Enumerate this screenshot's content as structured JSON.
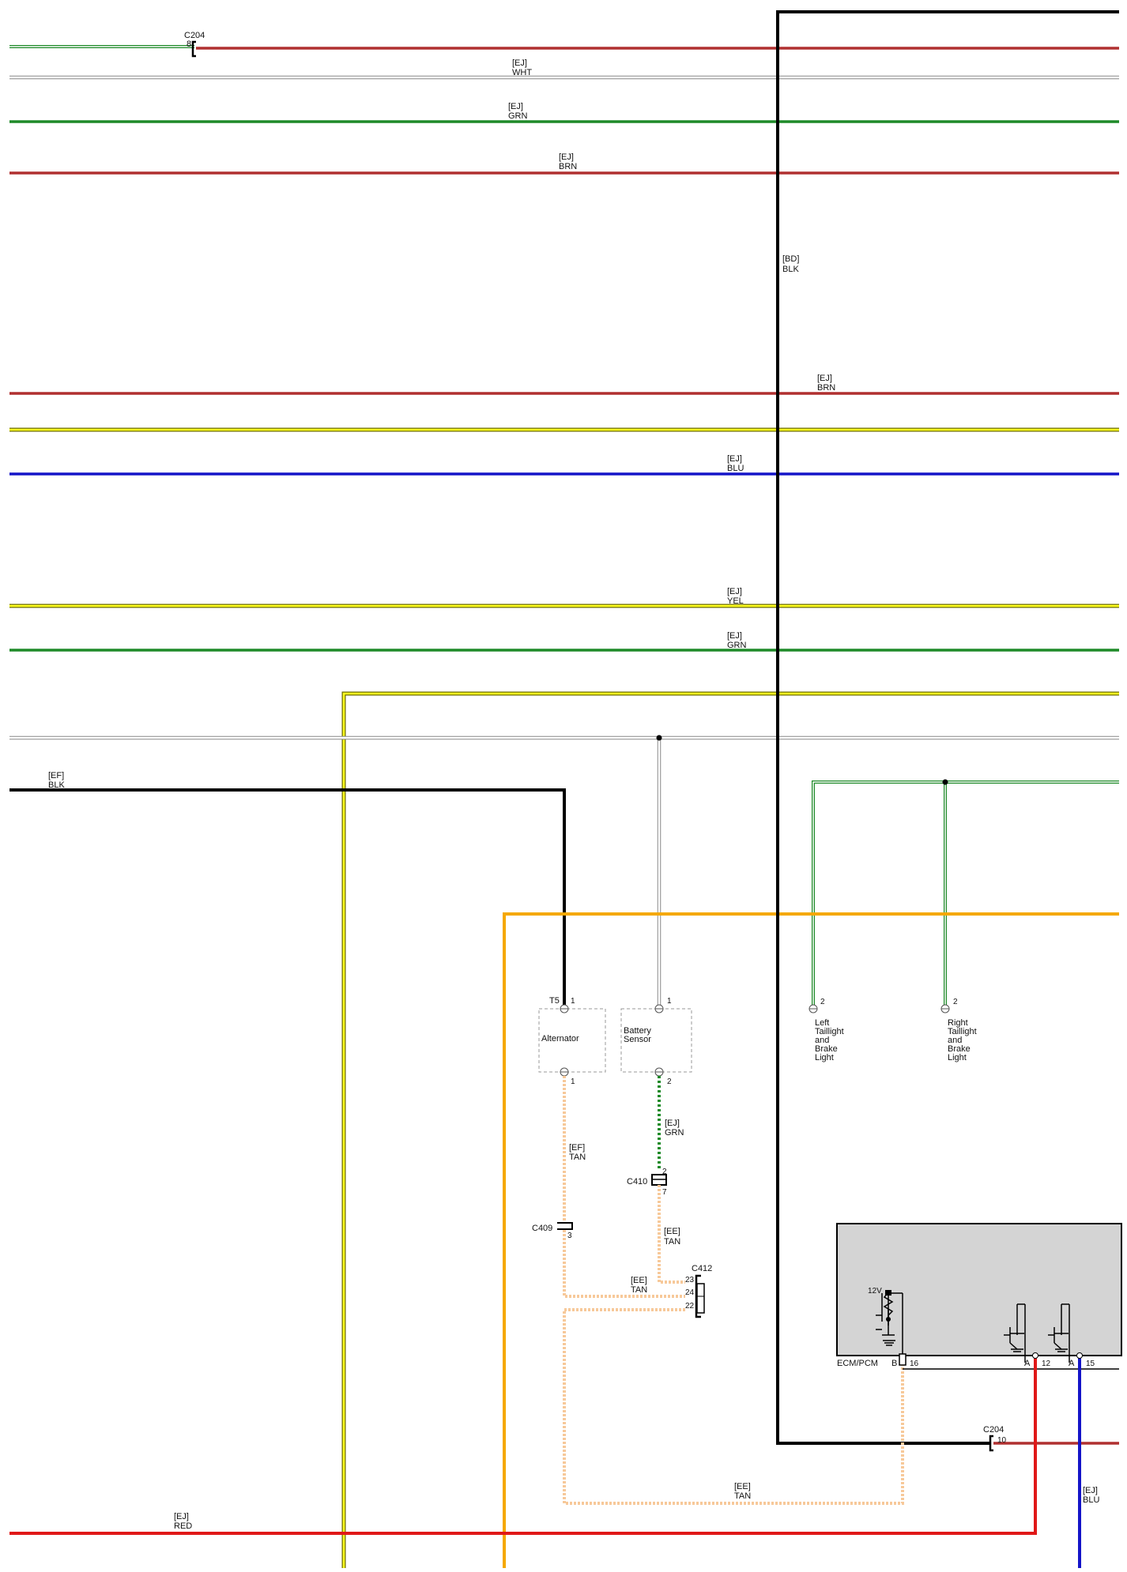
{
  "wires": {
    "top_c204": {
      "connector": "C204",
      "pin": "8"
    },
    "wht_top": {
      "circuit": "[EJ]",
      "color": "WHT"
    },
    "grn_1": {
      "circuit": "[EJ]",
      "color": "GRN"
    },
    "brn_1": {
      "circuit": "[EJ]",
      "color": "BRN"
    },
    "blk_vertical": {
      "circuit": "[BD]",
      "color": "BLK"
    },
    "brn_2": {
      "circuit": "[EJ]",
      "color": "BRN"
    },
    "blu_1": {
      "circuit": "[EJ]",
      "color": "BLU"
    },
    "yel_1": {
      "circuit": "[EJ]",
      "color": "YEL"
    },
    "grn_2": {
      "circuit": "[EJ]",
      "color": "GRN"
    },
    "blk_alt": {
      "circuit": "[EF]",
      "color": "BLK"
    },
    "grn_sensor": {
      "circuit": "[EJ]",
      "color": "GRN"
    },
    "tan_alt": {
      "circuit": "[EF]",
      "color": "TAN"
    },
    "tan_c410": {
      "circuit": "[EE]",
      "color": "TAN"
    },
    "tan_c412": {
      "circuit": "[EE]",
      "color": "TAN"
    },
    "tan_ecm": {
      "circuit": "[EE]",
      "color": "TAN"
    },
    "red_bottom": {
      "circuit": "[EJ]",
      "color": "RED"
    },
    "blu_bottom": {
      "circuit": "[EJ]",
      "color": "BLU"
    }
  },
  "components": {
    "alternator": {
      "label": "Alternator",
      "pin_top_prefix": "T5",
      "pin_top": "1",
      "pin_bottom": "1"
    },
    "battery_sensor": {
      "line1": "Battery",
      "line2": "Sensor",
      "pin_top": "1",
      "pin_bottom": "2"
    },
    "left_taillight": {
      "pin": "2",
      "line1": "Left",
      "line2": "Taillight",
      "line3": "and",
      "line4": "Brake",
      "line5": "Light"
    },
    "right_taillight": {
      "pin": "2",
      "line1": "Right",
      "line2": "Taillight",
      "line3": "and",
      "line4": "Brake",
      "line5": "Light"
    },
    "ecm": {
      "label": "ECM/PCM",
      "supply": "12V",
      "pin_b": "B",
      "pin_b_num": "16",
      "pin_a1": "A",
      "pin_a1_num": "12",
      "pin_a2": "A",
      "pin_a2_num": "15"
    }
  },
  "connectors": {
    "c410": {
      "name": "C410",
      "pin_top": "2",
      "pin_bottom": "7"
    },
    "c409": {
      "name": "C409",
      "pin": "3"
    },
    "c412": {
      "name": "C412",
      "pins": [
        "23",
        "24",
        "22"
      ]
    },
    "c204_bottom": {
      "name": "C204",
      "pin": "10"
    }
  },
  "colors": {
    "red": "#b03030",
    "bright_red": "#e01818",
    "green": "#1e8a28",
    "blue": "#1414c8",
    "black": "#000000",
    "yellow": "#e8e800",
    "orange": "#f5a800",
    "tan": "#f7c99a",
    "ecm_fill": "#d4d4d4"
  }
}
